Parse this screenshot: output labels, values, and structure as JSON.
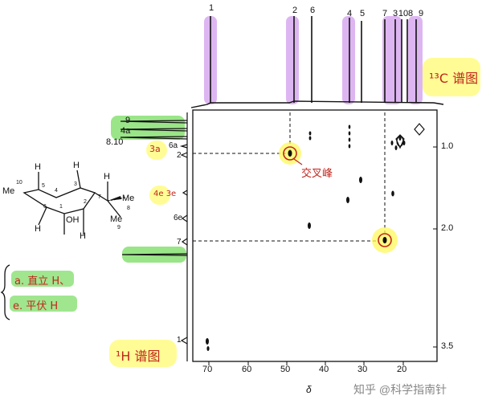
{
  "carbon_peak_labels": [
    "1",
    "2",
    "6",
    "4",
    "5",
    "7",
    "3",
    "10",
    "8",
    "9"
  ],
  "carbon_spectrum_label": "¹³C 谱图",
  "proton_spectrum_label": "¹H 谱图",
  "proton_peak_labels": {
    "p9": "9",
    "p4a": "4a",
    "p810": "8.10",
    "p3a": "3a",
    "p6a": "6a",
    "p2": "2",
    "p4e3e": "4e 3e",
    "p6e": "6e",
    "p7": "7",
    "p1": "1"
  },
  "axis": {
    "x_ticks": [
      "70",
      "60",
      "50",
      "40",
      "30",
      "20"
    ],
    "y_ticks": [
      "1.0",
      "2.0",
      "3.5"
    ],
    "x_label": "δ"
  },
  "cross_peak_label": "交叉峰",
  "notes": {
    "axial": "a. 直立 H、",
    "equatorial": "e. 平伏 H"
  },
  "molecule_labels": {
    "me_left": "Me",
    "n10": "10",
    "n5": "5",
    "n4": "4",
    "n3": "3",
    "n6": "6",
    "n1": "1",
    "n2": "2",
    "n7": "7",
    "n8": "8",
    "n9": "9",
    "me_right_top": "Me",
    "me_right_bottom": "Me",
    "oh": "OH",
    "h1": "H",
    "h2": "H",
    "h3": "H",
    "h4": "H",
    "h5": "H"
  },
  "watermark": "知乎 @科学指南针",
  "colors": {
    "purple_highlight": "#d7a9ee",
    "yellow_highlight": "#fff85a",
    "green_highlight": "#8fe27b",
    "annotation_red": "#c0261c"
  }
}
